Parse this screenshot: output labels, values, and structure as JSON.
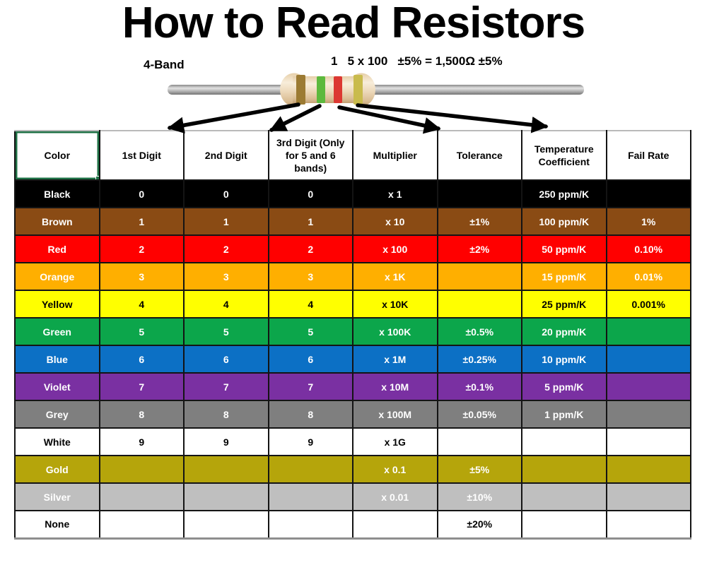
{
  "title": "How to Read Resistors",
  "resistor": {
    "band_type_label": "4-Band",
    "formula": "1   5 x 100   ±5% = 1,500Ω ±5%",
    "body_color": "#EDD9BA",
    "wire_color": "#ABABAB",
    "bands": [
      {
        "name": "brown-band",
        "color": "#9C7B33"
      },
      {
        "name": "green-band",
        "color": "#5CB93D"
      },
      {
        "name": "red-band",
        "color": "#DC3832"
      },
      {
        "name": "gold-band",
        "color": "#C9BB4D"
      }
    ]
  },
  "table": {
    "selection_color": "#1E7145",
    "headers": [
      "Color",
      "1st Digit",
      "2nd Digit",
      "3rd Digit (Only for 5 and 6 bands)",
      "Multiplier",
      "Tolerance",
      "Temperature Coefficient",
      "Fail Rate"
    ],
    "rows": [
      {
        "color": "Black",
        "bg": "#000000",
        "fg": "#FFFFFF",
        "values": [
          "0",
          "0",
          "0",
          "x 1",
          "",
          "250 ppm/K",
          ""
        ]
      },
      {
        "color": "Brown",
        "bg": "#8A4B14",
        "fg": "#FFFFFF",
        "values": [
          "1",
          "1",
          "1",
          "x 10",
          "±1%",
          "100 ppm/K",
          "1%"
        ]
      },
      {
        "color": "Red",
        "bg": "#FF0000",
        "fg": "#FFFFFF",
        "values": [
          "2",
          "2",
          "2",
          "x 100",
          "±2%",
          "50 ppm/K",
          "0.10%"
        ]
      },
      {
        "color": "Orange",
        "bg": "#FFAF00",
        "fg": "#FFFFFF",
        "values": [
          "3",
          "3",
          "3",
          "x 1K",
          "",
          "15 ppm/K",
          "0.01%"
        ]
      },
      {
        "color": "Yellow",
        "bg": "#FFFF00",
        "fg": "#000000",
        "values": [
          "4",
          "4",
          "4",
          "x 10K",
          "",
          "25 ppm/K",
          "0.001%"
        ]
      },
      {
        "color": "Green",
        "bg": "#0CA64B",
        "fg": "#FFFFFF",
        "values": [
          "5",
          "5",
          "5",
          "x 100K",
          "±0.5%",
          "20 ppm/K",
          ""
        ]
      },
      {
        "color": "Blue",
        "bg": "#0C70C5",
        "fg": "#FFFFFF",
        "values": [
          "6",
          "6",
          "6",
          "x 1M",
          "±0.25%",
          "10 ppm/K",
          ""
        ]
      },
      {
        "color": "Violet",
        "bg": "#7A30A2",
        "fg": "#FFFFFF",
        "values": [
          "7",
          "7",
          "7",
          "x 10M",
          "±0.1%",
          "5 ppm/K",
          ""
        ]
      },
      {
        "color": "Grey",
        "bg": "#7F7F7F",
        "fg": "#FFFFFF",
        "values": [
          "8",
          "8",
          "8",
          "x 100M",
          "±0.05%",
          "1 ppm/K",
          ""
        ]
      },
      {
        "color": "White",
        "bg": "#FFFFFF",
        "fg": "#000000",
        "values": [
          "9",
          "9",
          "9",
          "x 1G",
          "",
          "",
          ""
        ]
      },
      {
        "color": "Gold",
        "bg": "#B5A50B",
        "fg": "#FFFFFF",
        "values": [
          "",
          "",
          "",
          "x 0.1",
          "±5%",
          "",
          ""
        ]
      },
      {
        "color": "Silver",
        "bg": "#BFBFBF",
        "fg": "#FFFFFF",
        "values": [
          "",
          "",
          "",
          "x 0.01",
          "±10%",
          "",
          ""
        ]
      },
      {
        "color": "None",
        "bg": "#FFFFFF",
        "fg": "#000000",
        "values": [
          "",
          "",
          "",
          "",
          "±20%",
          "",
          ""
        ]
      }
    ]
  }
}
